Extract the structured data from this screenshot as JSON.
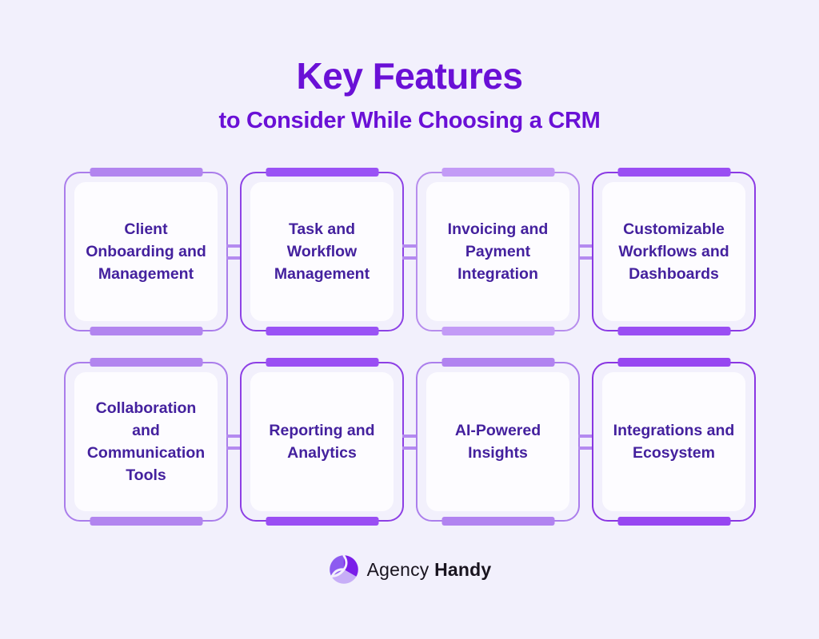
{
  "header": {
    "title": "Key Features",
    "subtitle": "to Consider While Choosing a CRM",
    "title_color": "#6a10d6"
  },
  "background_color": "#f2f0fc",
  "card_text_color": "#44219e",
  "card_inner_color": "#fdfcff",
  "connector_color": "#b48af0",
  "cards": [
    {
      "lines": [
        "Client",
        "Onboarding and",
        "Management"
      ],
      "bar_color": "#b285ef",
      "border_color": "#aa7deb"
    },
    {
      "lines": [
        "Task and",
        "Workflow",
        "Management"
      ],
      "bar_color": "#9a52f5",
      "border_color": "#8d42e6"
    },
    {
      "lines": [
        "Invoicing and",
        "Payment",
        "Integration"
      ],
      "bar_color": "#c39bf6",
      "border_color": "#b78ded"
    },
    {
      "lines": [
        "Customizable",
        "Workflows and",
        "Dashboards"
      ],
      "bar_color": "#9a4ef3",
      "border_color": "#8b3ae4"
    },
    {
      "lines": [
        "Collaboration and",
        "Communication",
        "Tools"
      ],
      "bar_color": "#b285ef",
      "border_color": "#aa7deb"
    },
    {
      "lines": [
        "Reporting and",
        "Analytics"
      ],
      "bar_color": "#9a4ef3",
      "border_color": "#8d3fe5"
    },
    {
      "lines": [
        "AI-Powered",
        "Insights"
      ],
      "bar_color": "#b183f0",
      "border_color": "#ab7eec"
    },
    {
      "lines": [
        "Integrations and",
        "Ecosystem"
      ],
      "bar_color": "#9746f1",
      "border_color": "#8a36e2"
    }
  ],
  "footer": {
    "brand_first": "Agency",
    "brand_second": "Handy",
    "logo_icon": "agency-handy-swirl-icon",
    "logo_colors": [
      "#8d5bf0",
      "#7a1ee9",
      "#c7aef7"
    ]
  }
}
